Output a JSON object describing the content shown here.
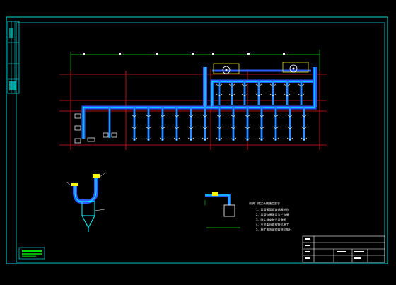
{
  "drawing": {
    "notes": [
      "说明：除尘系统施工要求",
      "1、风管采用镀锌钢板制作",
      "2、风管连接采用法兰连接",
      "3、除尘器安装见设备图",
      "4、支吊架间距按规范施工",
      "5、施工按国家验收规范执行"
    ],
    "title_block": {
      "cells": [
        "",
        "",
        "",
        "",
        ""
      ]
    },
    "colors": {
      "frame": "#00d8d8",
      "duct": "#00ffff",
      "duct_blue": "#2a5cff",
      "grid_red": "#e01818",
      "green": "#00e000",
      "yellow": "#ffff00",
      "white": "#ffffff"
    }
  }
}
